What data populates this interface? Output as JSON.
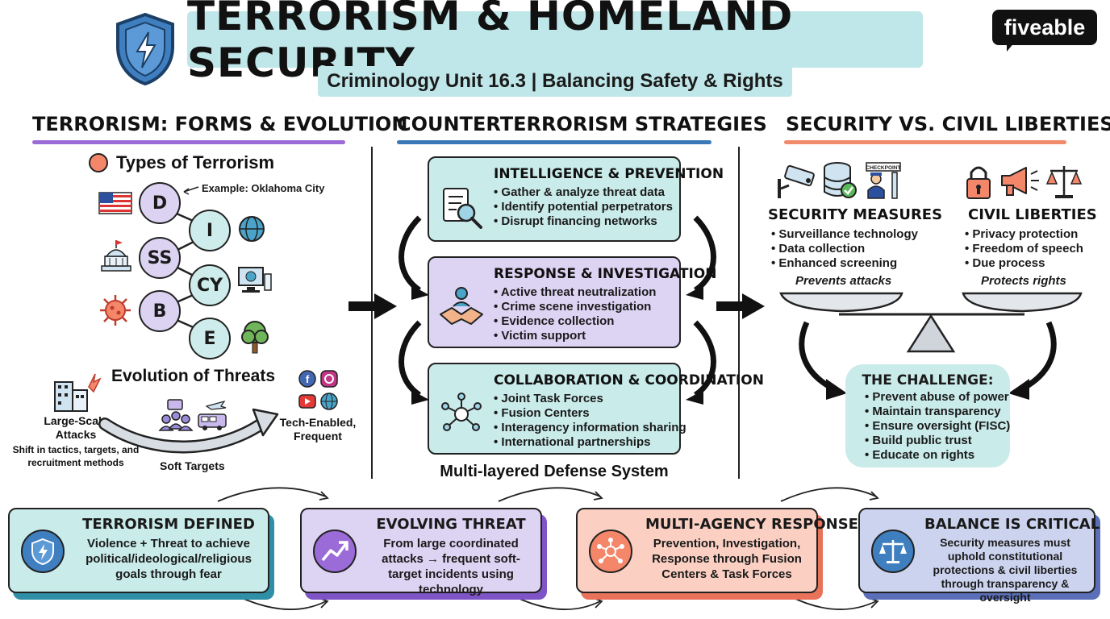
{
  "header": {
    "title": "TERRORISM & HOMELAND SECURITY",
    "subtitle": "Criminology Unit 16.3 | Balancing Safety & Rights",
    "brand": "fiveable"
  },
  "colors": {
    "teal": "#c9ebea",
    "purple": "#ddd3f3",
    "salmon": "#fbd0c3",
    "periwinkle": "#ccd3ee",
    "underline_left": "#9b6bd8",
    "underline_mid": "#3b78b8",
    "underline_right": "#f08a6a"
  },
  "left": {
    "heading": "TERRORISM: FORMS & EVOLUTION",
    "types_label": "Types of Terrorism",
    "example_note": "Example: Oklahoma City",
    "nodes": [
      "D",
      "I",
      "SS",
      "CY",
      "B",
      "E"
    ],
    "evolution_label": "Evolution of Threats",
    "large_scale": "Large-Scale Attacks",
    "shift_note": "Shift in tactics, targets, and recruitment methods",
    "soft_targets": "Soft Targets",
    "tech_enabled": "Tech-Enabled, Frequent"
  },
  "middle": {
    "heading": "COUNTERTERRORISM STRATEGIES",
    "boxes": [
      {
        "title": "INTELLIGENCE & PREVENTION",
        "items": [
          "Gather & analyze threat data",
          "Identify potential perpetrators",
          "Disrupt financing networks"
        ],
        "icon": "document-search-icon"
      },
      {
        "title": "RESPONSE & INVESTIGATION",
        "items": [
          "Active threat neutralization",
          "Crime scene investigation",
          "Evidence collection",
          "Victim support"
        ],
        "icon": "handshake-icon"
      },
      {
        "title": "COLLABORATION & COORDINATION",
        "items": [
          "Joint Task Forces",
          "Fusion Centers",
          "Interagency information sharing",
          "International partnerships"
        ],
        "icon": "network-icon"
      }
    ],
    "footer": "Multi-layered Defense System"
  },
  "right": {
    "heading": "SECURITY VS. CIVIL LIBERTIES",
    "security": {
      "title": "SECURITY MEASURES",
      "items": [
        "Surveillance technology",
        "Data collection",
        "Enhanced screening"
      ],
      "tag": "Prevents attacks"
    },
    "liberties": {
      "title": "CIVIL LIBERTIES",
      "items": [
        "Privacy protection",
        "Freedom of speech",
        "Due process"
      ],
      "tag": "Protects rights"
    },
    "checkpoint_sign": "CHECKPOINT",
    "challenge": {
      "title": "THE CHALLENGE:",
      "items": [
        "Prevent abuse of power",
        "Maintain transparency",
        "Ensure oversight (FISC)",
        "Build public trust",
        "Educate on rights"
      ]
    }
  },
  "cards": [
    {
      "title": "TERRORISM DEFINED",
      "text": "Violence + Threat to achieve political/ideological/religious goals through fear",
      "icon": "shield-bolt-icon"
    },
    {
      "title": "EVOLVING THREAT",
      "text": "From large coordinated attacks → frequent soft-target incidents using technology",
      "icon": "trend-up-icon"
    },
    {
      "title": "MULTI-AGENCY RESPONSE",
      "text": "Prevention, Investigation, Response through Fusion Centers & Task Forces",
      "icon": "network-icon"
    },
    {
      "title": "BALANCE IS CRITICAL",
      "text": "Security measures must uphold constitutional protections & civil liberties through transparency & oversight",
      "icon": "scales-icon"
    }
  ]
}
